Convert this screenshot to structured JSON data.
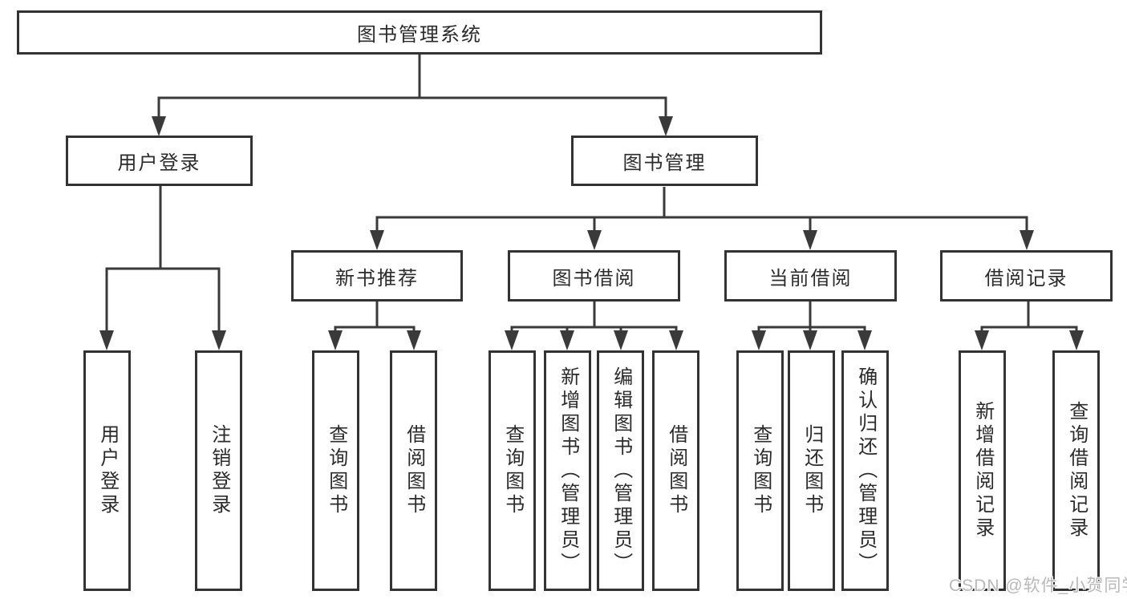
{
  "diagram": {
    "root": {
      "label": "图书管理系统"
    },
    "branches": [
      {
        "label": "用户登录",
        "children": [
          {
            "label": "用户登录"
          },
          {
            "label": "注销登录"
          }
        ]
      },
      {
        "label": "图书管理",
        "children": [
          {
            "label": "新书推荐",
            "children": [
              {
                "label": "查询图书"
              },
              {
                "label": "借阅图书"
              }
            ]
          },
          {
            "label": "图书借阅",
            "children": [
              {
                "label": "查询图书"
              },
              {
                "label": "新增图书（管理员）"
              },
              {
                "label": "编辑图书（管理员）"
              },
              {
                "label": "借阅图书"
              }
            ]
          },
          {
            "label": "当前借阅",
            "children": [
              {
                "label": "查询图书"
              },
              {
                "label": "归还图书"
              },
              {
                "label": "确认归还（管理员）"
              }
            ]
          },
          {
            "label": "借阅记录",
            "children": [
              {
                "label": "新增借阅记录"
              },
              {
                "label": "查询借阅记录"
              }
            ]
          }
        ]
      }
    ]
  },
  "watermark": {
    "text": "CSDN @软件_小贺同学"
  },
  "colors": {
    "line": "#3a3a3a",
    "box_border": "#333333",
    "text": "#2b2b2b",
    "watermark": "#b9b9b9",
    "background": "#ffffff"
  }
}
